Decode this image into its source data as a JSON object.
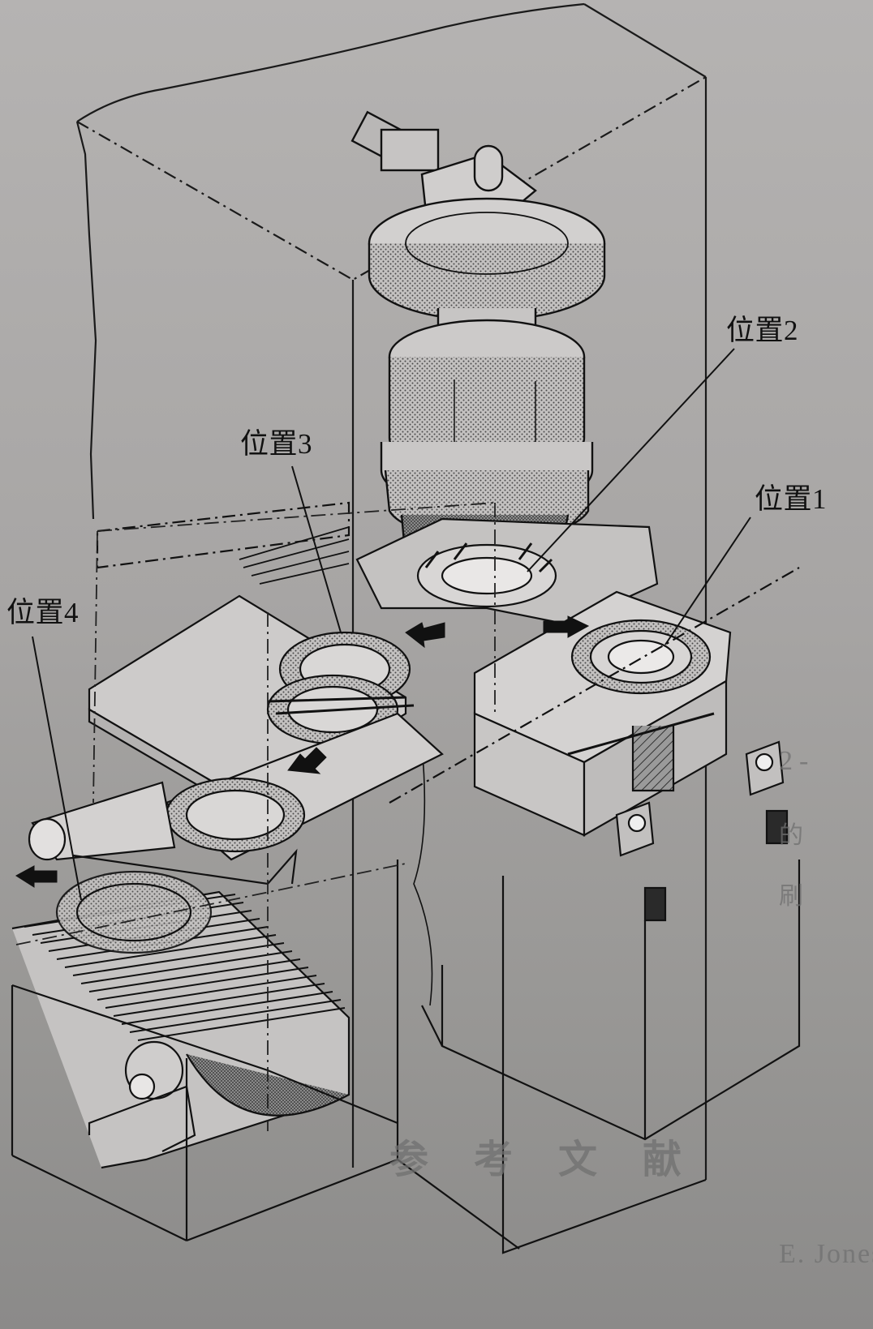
{
  "callouts": {
    "position_1": "位置1",
    "position_2": "位置2",
    "position_3": "位置3",
    "position_4": "位置4"
  },
  "bleed_through": {
    "line1": "2-",
    "line2": "的",
    "line3": "刷",
    "line4": "",
    "line5": "参 考 文 献",
    "line6": "E. Jones, Fundamentals of Gear Press Quench"
  },
  "colors": {
    "paper": "#a9a7a6",
    "ink": "#111111",
    "shade": "#555555"
  },
  "icons": {
    "arrows": "solid-black-arrow",
    "fill": "stippled-shading"
  }
}
